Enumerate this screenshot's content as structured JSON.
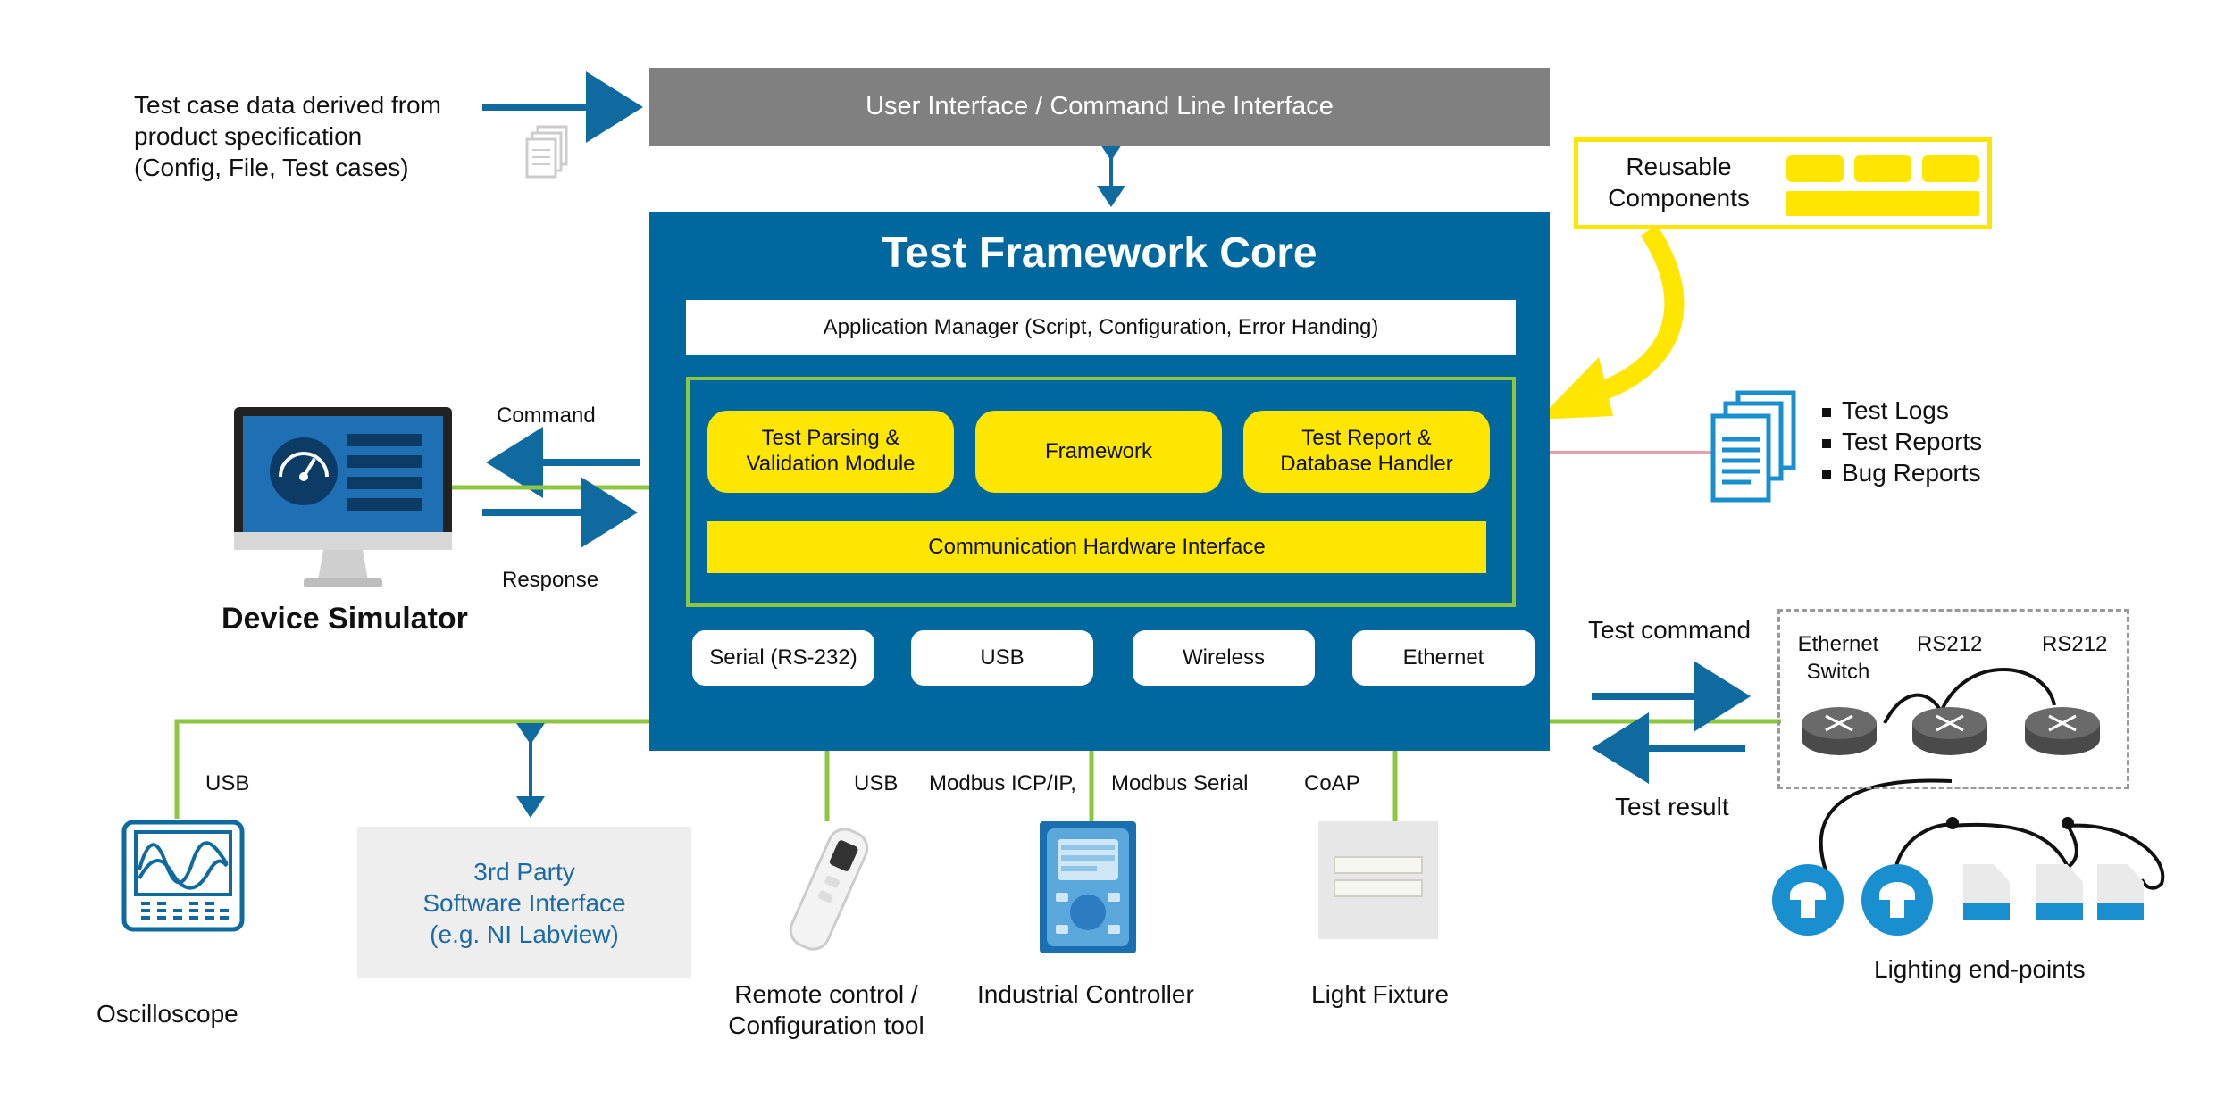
{
  "colors": {
    "core_blue": "#00689e",
    "accent_yellow": "#ffe600",
    "wire_green": "#8dc63f",
    "arrow_blue": "#0f6aa0",
    "ui_grey": "#808080",
    "link_pink": "#e8a0a8"
  },
  "top": {
    "test_case_text": [
      "Test case data derived from",
      "product specification",
      "(Config, File, Test cases)"
    ],
    "ui_bar_label": "User Interface / Command Line Interface"
  },
  "core": {
    "title": "Test Framework Core",
    "app_manager": "Application Manager (Script, Configuration, Error Handing)",
    "modules": [
      {
        "label": [
          "Test Parsing &",
          "Validation Module"
        ]
      },
      {
        "label": [
          "Framework"
        ]
      },
      {
        "label": [
          "Test Report &",
          "Database Handler"
        ]
      }
    ],
    "comm_interface": "Communication Hardware Interface",
    "ports": [
      "Serial (RS-232)",
      "USB",
      "Wireless",
      "Ethernet"
    ]
  },
  "reusable": {
    "label": [
      "Reusable",
      "Components"
    ]
  },
  "outputs": {
    "items": [
      "Test Logs",
      "Test Reports",
      "Bug Reports"
    ]
  },
  "simulator": {
    "command_label": "Command",
    "response_label": "Response",
    "title": "Device Simulator"
  },
  "network": {
    "test_command": "Test command",
    "test_result": "Test result",
    "ethernet_switch": [
      "Ethernet",
      "Switch"
    ],
    "rs_labels": [
      "RS212",
      "RS212"
    ],
    "endpoints_label": "Lighting end-points"
  },
  "bottom": {
    "usb_label_left": "USB",
    "oscilloscope": "Oscilloscope",
    "third_party": [
      "3rd Party",
      "Software Interface",
      "(e.g. NI Labview)"
    ],
    "usb_label_mid": "USB",
    "modbus_icp": "Modbus ICP/IP,",
    "modbus_serial": "Modbus Serial",
    "coap": "CoAP",
    "remote": [
      "Remote control /",
      "Configuration tool"
    ],
    "industrial": "Industrial Controller",
    "light_fixture": "Light Fixture"
  }
}
